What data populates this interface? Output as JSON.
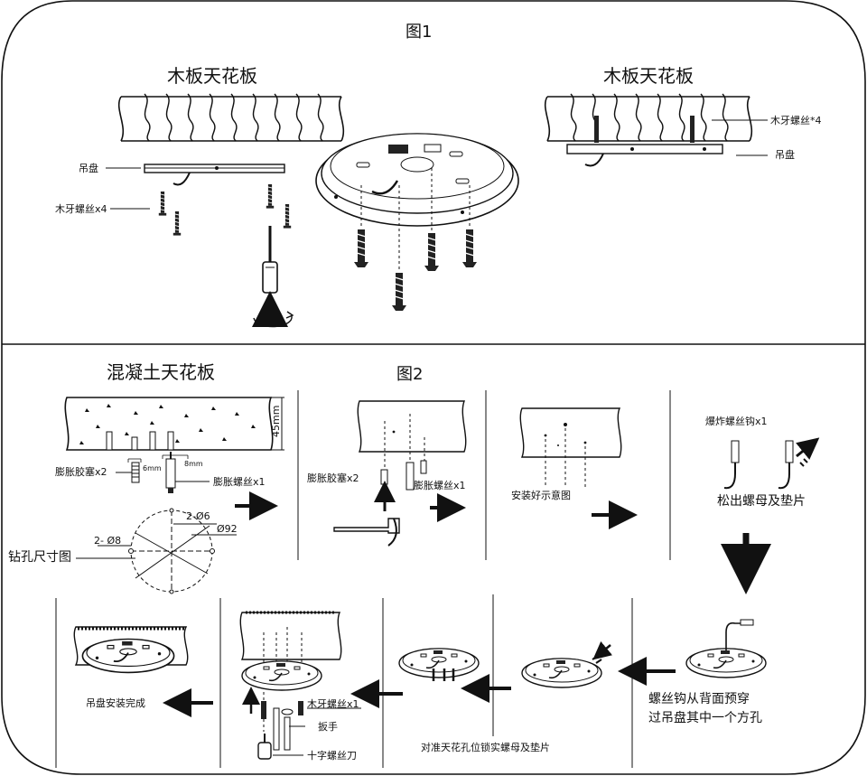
{
  "figure1": {
    "title": "图1",
    "wood_ceiling_left": "木板天花板",
    "wood_ceiling_right": "木板天花板",
    "hanging_plate_left": "吊盘",
    "wood_screws_left": "木牙螺丝x4",
    "wood_screws_right": "木牙螺丝*4",
    "hanging_plate_right": "吊盘"
  },
  "figure2": {
    "title": "图2",
    "concrete_ceiling": "混凝土天花板",
    "depth_45mm": "45mm",
    "dim_6mm": "6mm",
    "dim_8mm": "8mm",
    "expansion_plug_1": "膨胀胶塞x2",
    "expansion_screw_1": "膨胀螺丝x1",
    "hole_d6": "2-Ø6",
    "hole_d8": "2- Ø8",
    "hole_d92": "Ø92",
    "drill_size_diagram": "钻孔尺寸图",
    "expansion_plug_2": "膨胀胶塞x2",
    "expansion_screw_2": "膨胀螺丝x1",
    "installed_view": "安装好示意图",
    "explosion_hook": "爆炸螺丝钩x1",
    "loosen_nut": "松出螺母及垫片",
    "hook_thread_1": "螺丝钩从背面预穿",
    "hook_thread_2": "过吊盘其中一个方孔",
    "align_lock": "对准天花孔位锁实螺母及垫片",
    "wood_screw_x1": "木牙螺丝x1",
    "wrench": "扳手",
    "phillips": "十字螺丝刀",
    "plate_done": "吊盘安装完成"
  }
}
